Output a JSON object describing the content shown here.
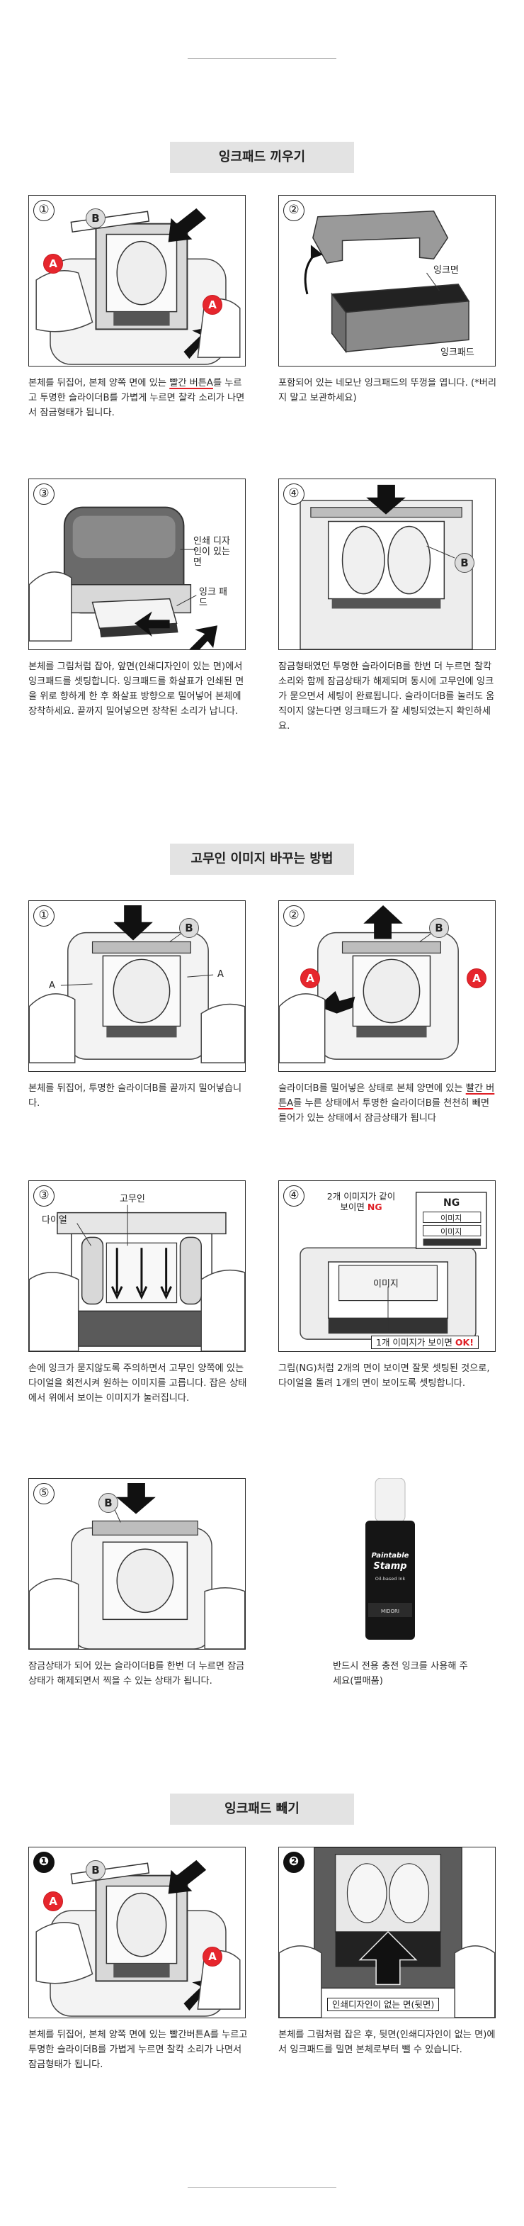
{
  "sections": {
    "insert": {
      "title": "잉크패드 끼우기"
    },
    "change": {
      "title": "고무인 이미지 바꾸는 방법"
    },
    "remove": {
      "title": "잉크패드 빼기"
    }
  },
  "insert_steps": [
    {
      "num": "①",
      "labels": {
        "a": "A",
        "b": "B",
        "a2": "A"
      },
      "desc_before": "본체를 뒤집어, 본체 양쪽 면에 있는 ",
      "desc_highlight": "빨간 버튼A",
      "desc_after": "를 누르고 투명한 슬라이더B를 가볍게 누르면 찰칵 소리가 나면서 잠금형태가 됩니다."
    },
    {
      "num": "②",
      "labels": {
        "ink_side": "잉크면",
        "ink_pad": "잉크패드"
      },
      "desc": "포함되어 있는 네모난 잉크패드의 뚜껑을 엽니다. (*버리지 말고 보관하세요)"
    },
    {
      "num": "③",
      "labels": {
        "print_design": "인쇄 디자인이 있는 면",
        "ink_pad": "잉크 패드"
      },
      "desc": "본체를 그림처럼 잡아, 앞면(인쇄디자인이 있는 면)에서 잉크패드를 셋팅합니다. 잉크패드를 화살표가 인쇄된 면을 위로 향하게 한 후 화살표 방향으로 밀어넣어 본체에 장착하세요. 끝까지 밀어넣으면 장착된 소리가 납니다."
    },
    {
      "num": "④",
      "labels": {
        "b": "B"
      },
      "desc": "잠금형태였던 투명한 슬라이더B를 한번 더 누르면 찰칵 소리와 함께 잠금상태가 해제되며 동시에 고무인에 잉크가 묻으면서 세팅이 완료됩니다. 슬라이더B를 눌러도 움직이지 않는다면 잉크패드가 잘 세팅되었는지 확인하세요."
    }
  ],
  "change_steps": [
    {
      "num": "①",
      "labels": {
        "a_left": "A",
        "a_right": "A",
        "b": "B"
      },
      "desc": "본체를 뒤집어, 투명한 슬라이더B를 끝까지 밀어넣습니다."
    },
    {
      "num": "②",
      "labels": {
        "a_left": "A",
        "a_right": "A",
        "b": "B"
      },
      "desc_before": "슬라이더B를 밀어넣은 상태로 본체 양면에 있는 ",
      "desc_highlight": "빨간 버튼A",
      "desc_after": "를 누른 상태에서 투명한 슬라이더B를 천천히 빼면 들어가 있는 상태에서 잠금상태가 됩니다"
    },
    {
      "num": "③",
      "labels": {
        "rubber": "고무인",
        "dial": "다이얼"
      },
      "desc": "손에 잉크가 묻지않도록 주의하면서 고무인 양쪽에 있는 다이얼을 회전시켜 원하는 이미지를 고릅니다. 잡은 상태에서 위에서 보이는 이미지가 눌러집니다."
    },
    {
      "num": "④",
      "labels": {
        "ng_line1": "2개 이미지가 같이",
        "ng_line2": "보이면",
        "ng_word": "NG",
        "ng_box": "NG",
        "image": "이미지",
        "ok_line": "1개 이미지가 보이면",
        "ok_word": "OK!"
      },
      "desc": "그림(NG)처럼 2개의 면이 보이면 잘못 셋팅된 것으로, 다이얼을 돌려 1개의 면이 보이도록 셋팅합니다."
    },
    {
      "num": "⑤",
      "labels": {
        "b": "B"
      },
      "desc": "잠금상태가 되어 있는 슬라이더B를 한번 더 누르면 잠금상태가 해제되면서 찍을 수 있는 상태가 됩니다."
    }
  ],
  "ink_refill": {
    "desc": "반드시 전용 충전 잉크를 사용해 주세요(별매품)",
    "bottle_lines": [
      "Paintable",
      "Stamp",
      "Oil-based Ink",
      "MIDORI"
    ]
  },
  "remove_steps": [
    {
      "num": "❶",
      "labels": {
        "a": "A",
        "b": "B",
        "a2": "A"
      },
      "desc": "본체를 뒤집어, 본체 양쪽 면에 있는 빨간버튼A를 누르고 투명한 슬라이더B를 가볍게 누르면 찰칵 소리가 나면서 잠금형태가 됩니다."
    },
    {
      "num": "❷",
      "labels": {
        "back_face": "인쇄디자인이 없는 면(뒷면)"
      },
      "desc": "본체를 그림처럼 잡은 후, 뒷면(인쇄디자인이 없는 면)에서 잉크패드를 밀면 본체로부터 뺄 수 있습니다."
    }
  ],
  "colors": {
    "accent_red": "#e6262d",
    "title_bg": "#e3e3e3",
    "line": "#2a2a2a"
  }
}
